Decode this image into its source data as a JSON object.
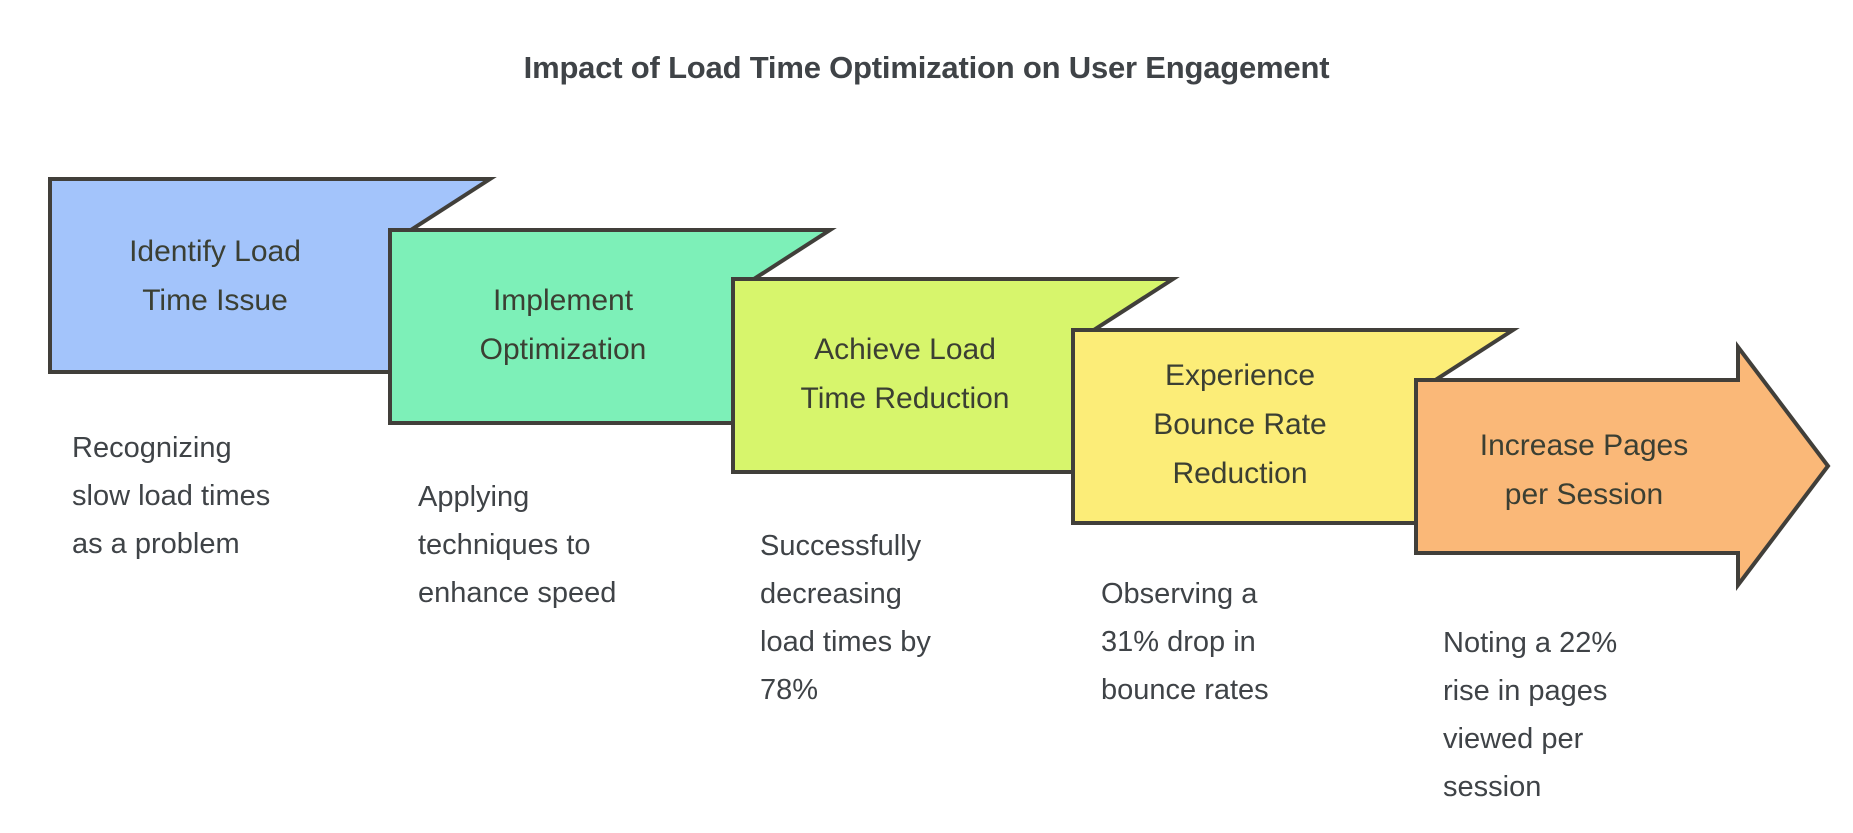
{
  "title": "Impact of Load Time Optimization on User Engagement",
  "diagram": {
    "type": "process-flow-chevron",
    "orientation": "left-to-right descending staircase",
    "border_color": "#413f3a",
    "text_color": "#3f4347",
    "background": "#ffffff"
  },
  "steps": [
    {
      "id": "identify-load-time-issue",
      "label": "Identify Load\nTime Issue",
      "label_line1": "Identify Load",
      "label_line2": "Time Issue",
      "caption": "Recognizing\nslow load times\nas a problem",
      "color": "#a3c4fb",
      "index": 1
    },
    {
      "id": "implement-optimization",
      "label": "Implement\nOptimization",
      "label_line1": "Implement",
      "label_line2": "Optimization",
      "caption": "Applying\ntechniques to\nenhance speed",
      "color": "#7df0b8",
      "index": 2
    },
    {
      "id": "achieve-load-time-reduction",
      "label": "Achieve Load\nTime Reduction",
      "label_line1": "Achieve Load",
      "label_line2": "Time Reduction",
      "caption": "Successfully\ndecreasing\nload times by\n78%",
      "color": "#d7f56c",
      "index": 3
    },
    {
      "id": "experience-bounce-rate-reduction",
      "label": "Experience\nBounce Rate\nReduction",
      "label_line1": "Experience",
      "label_line2": "Bounce Rate",
      "label_line3": "Reduction",
      "caption": "Observing a\n31% drop in\nbounce rates",
      "color": "#fced78",
      "index": 4
    },
    {
      "id": "increase-pages-per-session",
      "label": "Increase Pages\nper Session",
      "label_line1": "Increase Pages",
      "label_line2": "per Session",
      "caption": "Noting a 22%\nrise in pages\nviewed per\nsession",
      "color": "#fab878",
      "index": 5,
      "is_arrow": true
    }
  ]
}
